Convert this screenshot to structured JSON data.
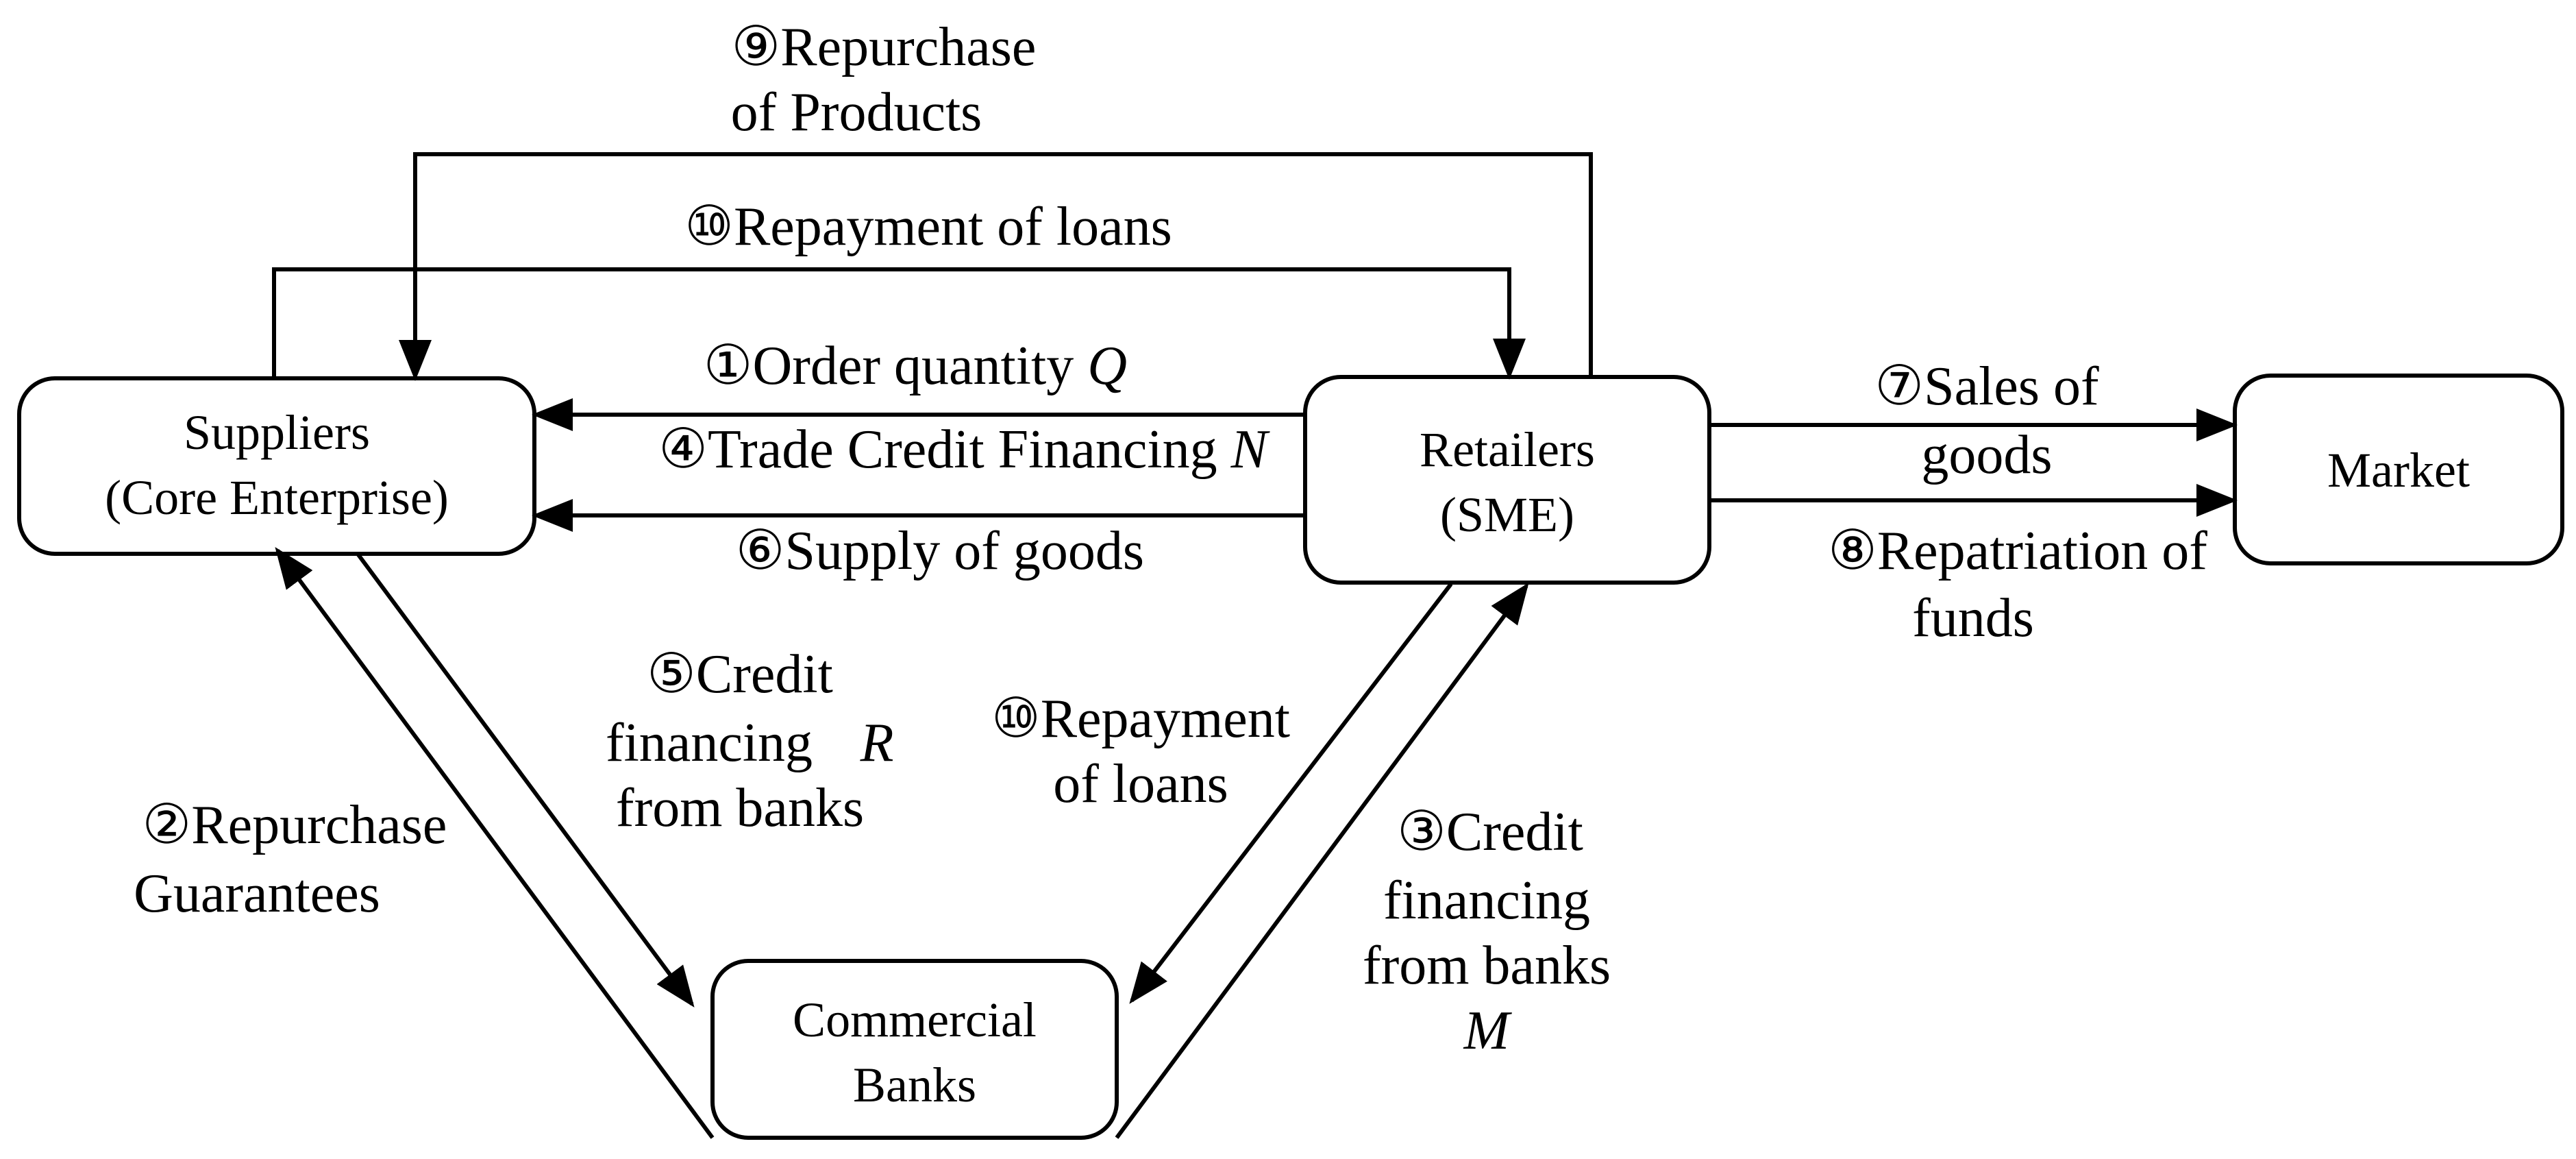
{
  "nodes": {
    "suppliers": {
      "line1": "Suppliers",
      "line2": "(Core Enterprise)"
    },
    "retailers": {
      "line1": "Retailers",
      "line2": "(SME)"
    },
    "market": {
      "line1": "Market"
    },
    "banks": {
      "line1": "Commercial",
      "line2": "Banks"
    }
  },
  "flows": {
    "f1": {
      "text": "①Order quantity ",
      "var": "Q"
    },
    "f2": {
      "line1": "②Repurchase",
      "line2": "Guarantees"
    },
    "f3": {
      "line1": "③Credit",
      "line2": "financing",
      "line3": "from banks",
      "var": "M"
    },
    "f4": {
      "text": "④Trade Credit Financing ",
      "var": "N"
    },
    "f5": {
      "line1": "⑤Credit",
      "line2": "financing",
      "var": "R",
      "line3": "from banks"
    },
    "f6": {
      "text": "⑥Supply of goods"
    },
    "f7": {
      "line1": "⑦Sales of",
      "line2": "goods"
    },
    "f8": {
      "line1": "⑧Repatriation of",
      "line2": "funds"
    },
    "f9": {
      "line1": "⑨Repurchase",
      "line2": "of Products"
    },
    "f10_top": {
      "text": "⑩Repayment of loans"
    },
    "f10_mid": {
      "line1": "⑩Repayment",
      "line2": "of loans"
    }
  }
}
